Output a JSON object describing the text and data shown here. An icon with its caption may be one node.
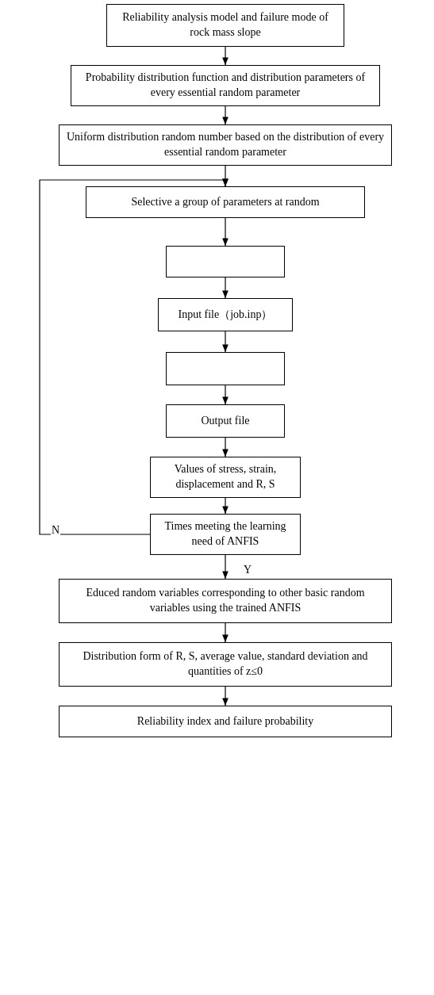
{
  "diagram": {
    "nodes": [
      {
        "text": [
          "Reliability analysis model and failure mode of rock mass slope"
        ]
      },
      {
        "text": [
          "Probability distribution function and distribution parameters of every essential random parameter"
        ]
      },
      {
        "text": [
          "Uniform distribution random number based on the distribution of every essential random parameter"
        ]
      },
      {
        "text": [
          "Selective a group of parameters at random"
        ]
      },
      {
        "text": [],
        "shape": "box"
      },
      {
        "text": [
          "Input file（job.inp）"
        ]
      },
      {
        "text": [],
        "shape": "box"
      },
      {
        "text": [
          "Output file"
        ]
      },
      {
        "text": [
          "Values of stress, strain, displacement and R, S"
        ]
      },
      {
        "text": [
          "Times meeting the learning need of ANFIS"
        ]
      },
      {
        "text": [
          "Educed random variables corresponding to other basic random variables using the trained ANFIS"
        ]
      },
      {
        "text": [
          "Distribution form of R, S, average value, standard deviation and quantities of z≤0"
        ]
      },
      {
        "text": [
          "Reliability index and failure probability"
        ]
      }
    ],
    "edges": [
      {
        "from": 0,
        "to": 1,
        "arrow": "to"
      },
      {
        "from": 1,
        "to": 2,
        "arrow": "to"
      },
      {
        "from": 2,
        "to": 3,
        "arrow": "to"
      },
      {
        "from": 3,
        "to": 4,
        "arrow": "to"
      },
      {
        "from": 4,
        "to": 5,
        "arrow": "to"
      },
      {
        "from": 5,
        "to": 6,
        "arrow": "to"
      },
      {
        "from": 6,
        "to": 7,
        "arrow": "to"
      },
      {
        "from": 7,
        "to": 8,
        "arrow": "to"
      },
      {
        "from": 8,
        "to": 9,
        "arrow": "to"
      },
      {
        "from": 9,
        "to": 10,
        "arrow": "to",
        "label": "Y"
      },
      {
        "from": 9,
        "to": 3,
        "arrow": "to",
        "label": "N"
      },
      {
        "from": 10,
        "to": 11,
        "arrow": "to"
      },
      {
        "from": 11,
        "to": 12,
        "arrow": "to"
      }
    ]
  }
}
